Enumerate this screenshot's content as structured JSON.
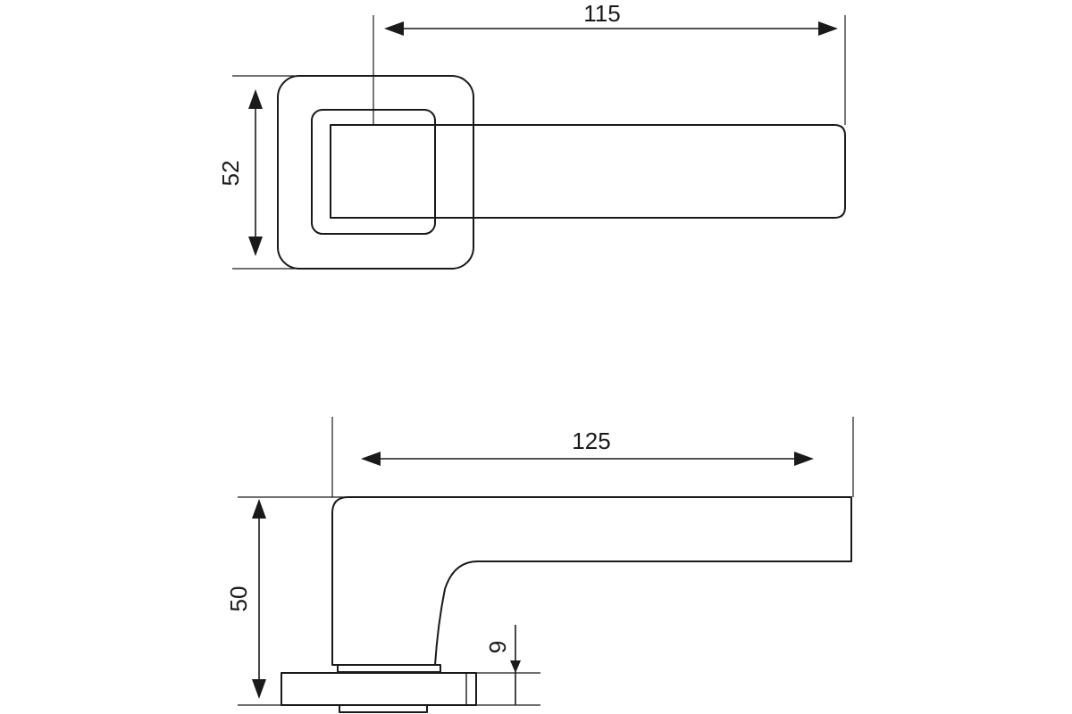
{
  "dimensions": {
    "top_lever_length": "115",
    "top_rosette_height": "52",
    "side_lever_length": "125",
    "side_total_height": "50",
    "side_rosette_thickness": "9"
  },
  "colors": {
    "line": "#1a1a1a",
    "background": "#ffffff"
  }
}
